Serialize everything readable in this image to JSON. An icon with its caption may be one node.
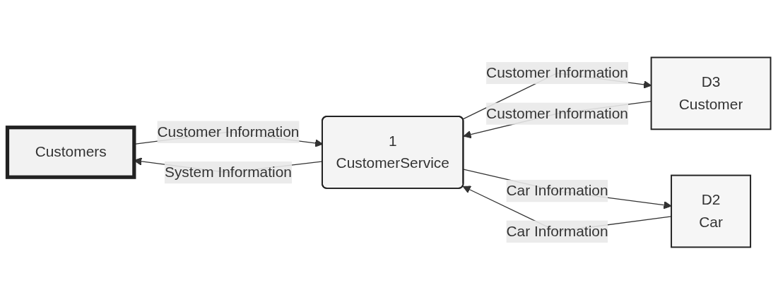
{
  "diagram": {
    "nodes": [
      {
        "text": [
          "Customers"
        ]
      },
      {
        "text": [
          "1",
          "CustomerService"
        ]
      },
      {
        "text": [
          "D3",
          "Customer"
        ]
      },
      {
        "text": [
          "D2",
          "Car"
        ]
      }
    ],
    "edges": [
      {
        "from": 0,
        "to": 1,
        "arrow": "to",
        "label": "Customer Information"
      },
      {
        "from": 1,
        "to": 0,
        "arrow": "to",
        "label": "System Information"
      },
      {
        "from": 1,
        "to": 2,
        "arrow": "to",
        "label": "Customer Information"
      },
      {
        "from": 2,
        "to": 1,
        "arrow": "to",
        "label": "Customer Information"
      },
      {
        "from": 1,
        "to": 3,
        "arrow": "to",
        "label": "Car Information"
      },
      {
        "from": 3,
        "to": 1,
        "arrow": "to",
        "label": "Car Information"
      }
    ]
  }
}
